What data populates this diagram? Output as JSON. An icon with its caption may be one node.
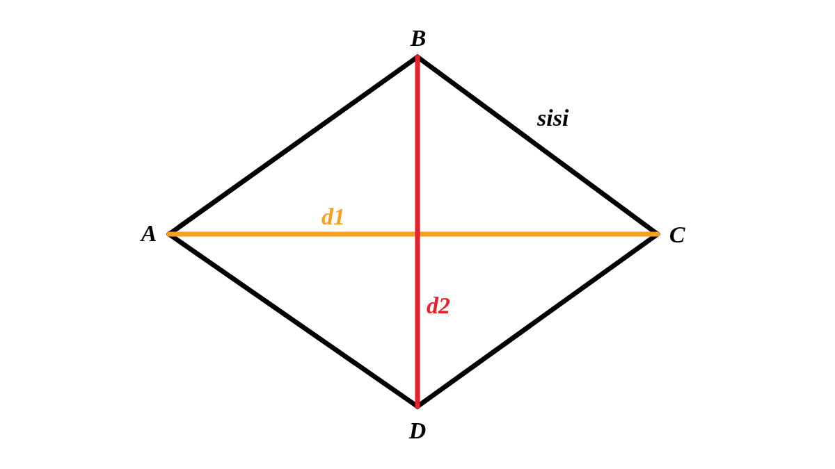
{
  "diagram": {
    "nodes": [
      {
        "text": [
          "A"
        ]
      },
      {
        "text": [
          "B"
        ]
      },
      {
        "text": [
          "C"
        ]
      },
      {
        "text": [
          "D"
        ]
      }
    ],
    "edges": [
      {
        "from": 0,
        "to": 1,
        "arrow": "none"
      },
      {
        "from": 1,
        "to": 2,
        "arrow": "none",
        "label": "sisi"
      },
      {
        "from": 2,
        "to": 3,
        "arrow": "none"
      },
      {
        "from": 3,
        "to": 0,
        "arrow": "none"
      },
      {
        "from": 0,
        "to": 2,
        "arrow": "none",
        "label": "d1",
        "color": "#f5a021"
      },
      {
        "from": 1,
        "to": 3,
        "arrow": "none",
        "label": "d2",
        "color": "#e8202a"
      }
    ]
  }
}
